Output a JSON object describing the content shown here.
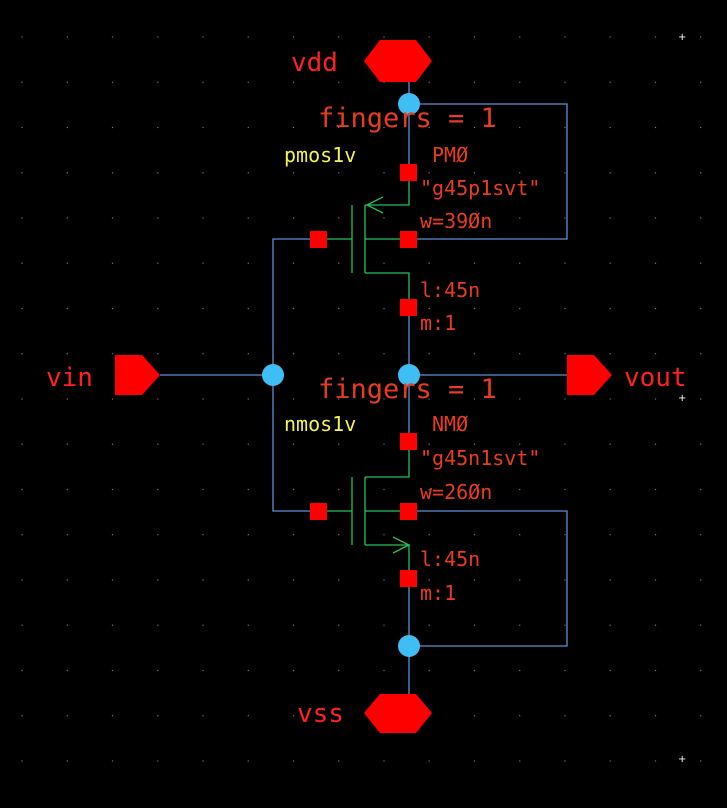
{
  "colors": {
    "background": "#000000",
    "wire": "#5b8fd6",
    "pin": "#ff0000",
    "junction": "#3fbef5",
    "device": "#22c25a",
    "pin_label": "#ff2020",
    "instance_label": "#e83c20",
    "cell_label": "#f2f25a",
    "grid_dot": "#ffffff"
  },
  "pins": {
    "vdd": "vdd",
    "vss": "vss",
    "vin": "vin",
    "vout": "vout"
  },
  "pmos": {
    "cell": "pmos1v",
    "fingers": "fingers = 1",
    "instance": "PMØ",
    "model": "\"g45p1svt\"",
    "width": "w=39Øn",
    "length": "l:45n",
    "multiplier": "m:1"
  },
  "nmos": {
    "cell": "nmos1v",
    "fingers": "fingers = 1",
    "instance": "NMØ",
    "model": "\"g45n1svt\"",
    "width": "w=26Øn",
    "length": "l:45n",
    "multiplier": "m:1"
  }
}
